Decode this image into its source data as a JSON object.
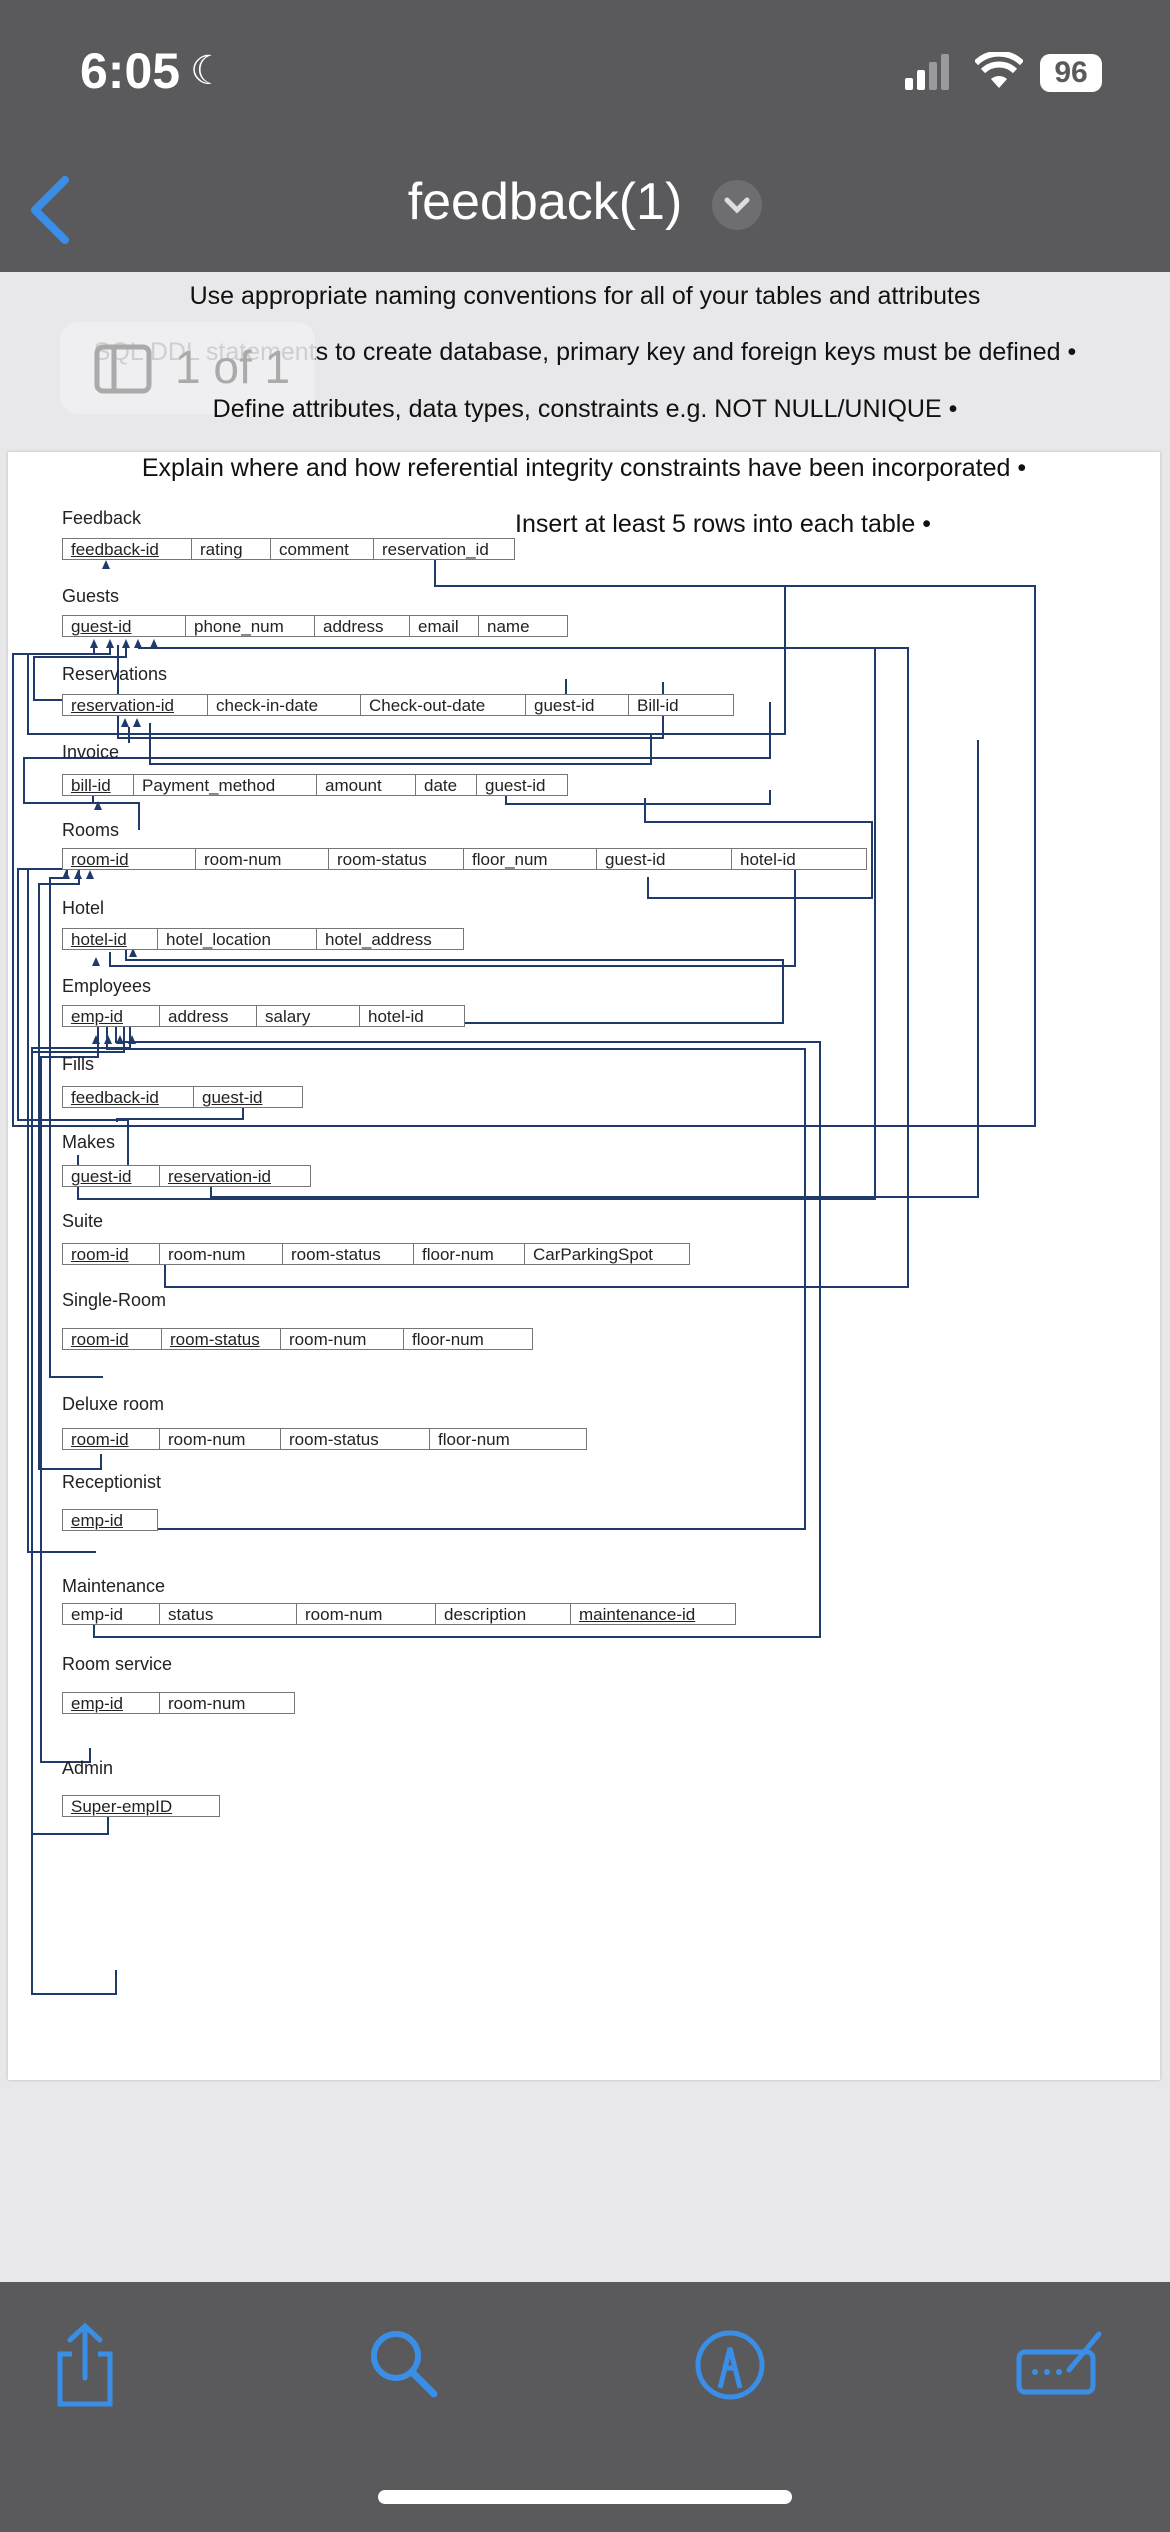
{
  "status": {
    "time": "6:05",
    "battery": "96",
    "icons": [
      "moon-icon",
      "signal-icon",
      "wifi-icon",
      "battery-icon"
    ]
  },
  "nav": {
    "title": "feedback(1)",
    "back_icon": "chevron-left-icon",
    "menu_icon": "chevron-down-icon"
  },
  "page_indicator": "1 of 1",
  "instructions": [
    "Use appropriate naming conventions for all of your tables and attributes",
    "SQL DDL statements to create database, primary key and foreign keys must be defined •",
    "Define attributes, data types, constraints e.g. NOT NULL/UNIQUE •",
    "Explain where and how referential integrity constraints have been incorporated •",
    "Insert at least 5 rows into each table •"
  ],
  "tables": [
    {
      "name": "Feedback",
      "columns": [
        "feedback-id",
        "rating",
        "comment",
        "reservation_id"
      ]
    },
    {
      "name": "Guests",
      "columns": [
        "guest-id",
        "phone_num",
        "address",
        "email",
        "name"
      ]
    },
    {
      "name": "Reservations",
      "columns": [
        "reservation-id",
        "check-in-date",
        "Check-out-date",
        "guest-id",
        "Bill-id"
      ]
    },
    {
      "name": "Invoice",
      "columns": [
        "bill-id",
        "Payment_method",
        "amount",
        "date",
        "guest-id"
      ]
    },
    {
      "name": "Rooms",
      "columns": [
        "room-id",
        "room-num",
        "room-status",
        "floor_num",
        "guest-id",
        "hotel-id"
      ]
    },
    {
      "name": "Hotel",
      "columns": [
        "hotel-id",
        "hotel_location",
        "hotel_address"
      ]
    },
    {
      "name": "Employees",
      "columns": [
        "emp-id",
        "address",
        "salary",
        "hotel-id"
      ]
    },
    {
      "name": "Fills",
      "columns": [
        "feedback-id",
        "guest-id"
      ]
    },
    {
      "name": "Makes",
      "columns": [
        "guest-id",
        "reservation-id"
      ]
    },
    {
      "name": "Suite",
      "columns": [
        "room-id",
        "room-num",
        "room-status",
        "floor-num",
        "CarParkingSpot"
      ]
    },
    {
      "name": "Single-Room",
      "columns": [
        "room-id",
        "room-status",
        "room-num",
        "floor-num"
      ]
    },
    {
      "name": "Deluxe room",
      "columns": [
        "room-id",
        "room-num",
        "room-status",
        "floor-num"
      ]
    },
    {
      "name": "Receptionist",
      "columns": [
        "emp-id"
      ]
    },
    {
      "name": "Maintenance",
      "columns": [
        "emp-id",
        "status",
        "room-num",
        "description",
        "maintenance-id"
      ]
    },
    {
      "name": "Room service",
      "columns": [
        "emp-id",
        "room-num"
      ]
    },
    {
      "name": "Admin",
      "columns": [
        "Super-empID"
      ]
    }
  ],
  "toolbar": {
    "icons": [
      "share-icon",
      "search-icon",
      "markup-icon",
      "annotate-icon"
    ]
  },
  "colors": {
    "chrome": "#5a5a5c",
    "accent": "#3a8ee6",
    "diagram_line": "#1f3a6b"
  }
}
